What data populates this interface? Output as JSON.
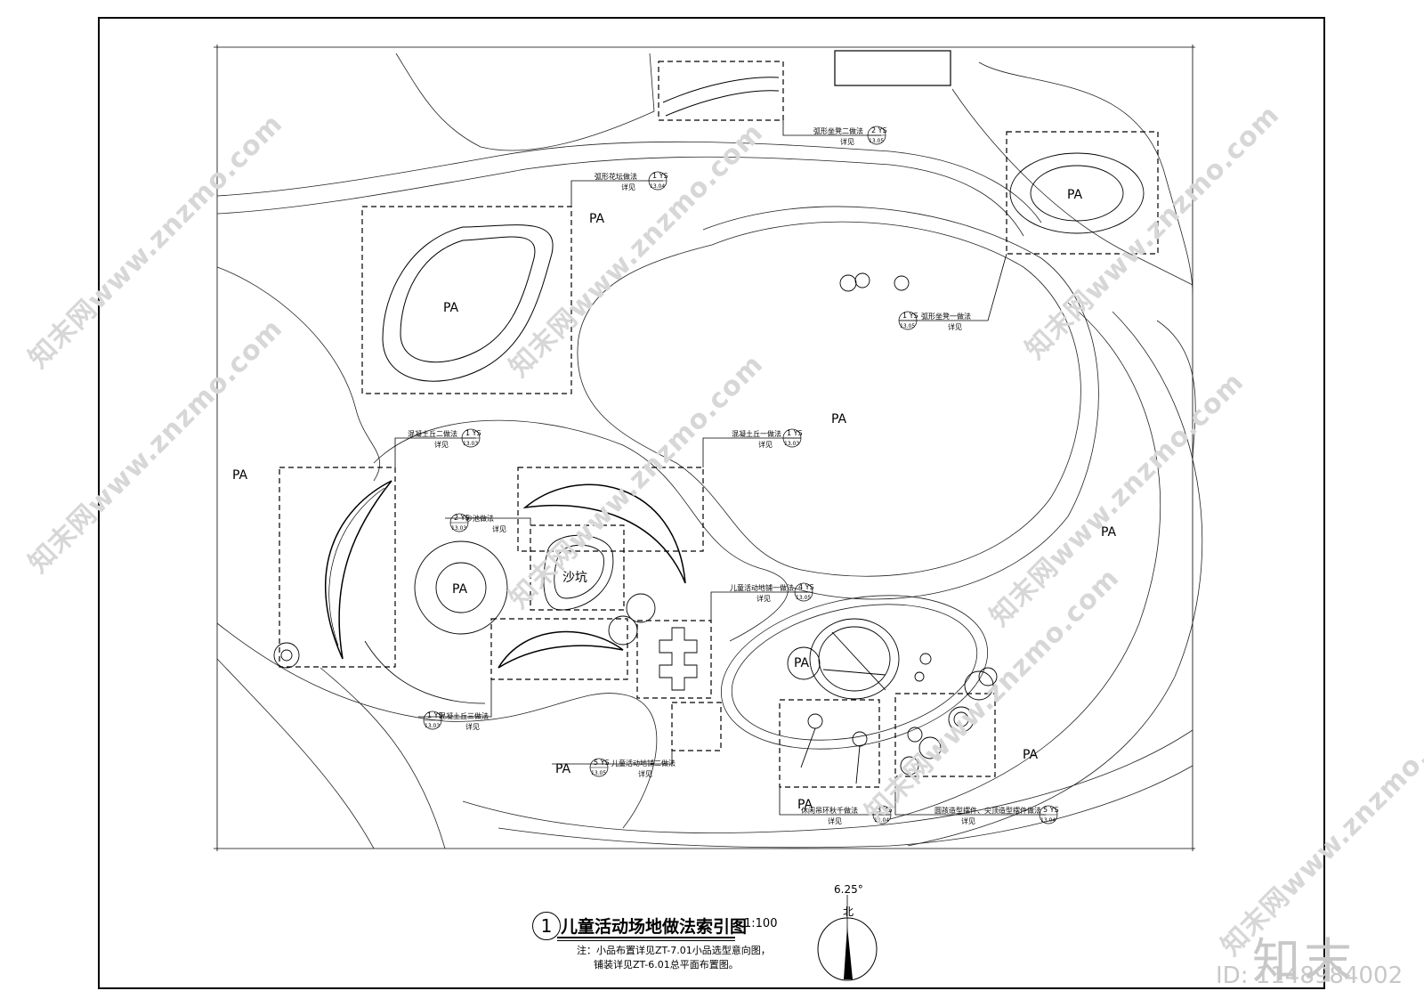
{
  "drawing": {
    "title_number": "1",
    "title": "儿童活动场地做法索引图",
    "scale": "1:100",
    "note_line1": "注：小品布置详见ZT-7.01小品选型意向图，",
    "note_line2": "铺装详见ZT-6.01总平面布置图。",
    "north_label": "北",
    "north_angle": "6.25°"
  },
  "area_labels": [
    "PA",
    "沙坑"
  ],
  "callouts": [
    {
      "text": "弧形坐凳二做法",
      "num": "2",
      "code": "YS",
      "sheet": "13.05",
      "ref": "详见"
    },
    {
      "text": "弧形花坛做法",
      "num": "1",
      "code": "YS",
      "sheet": "13.04",
      "ref": "详见"
    },
    {
      "text": "弧形坐凳一做法",
      "num": "1",
      "code": "YS",
      "sheet": "13.05",
      "ref": "详见"
    },
    {
      "text": "混凝土丘二做法",
      "num": "1",
      "code": "YS",
      "sheet": "13.03",
      "ref": "详见"
    },
    {
      "text": "混凝土丘一做法",
      "num": "1",
      "code": "YS",
      "sheet": "13.03",
      "ref": "详见"
    },
    {
      "text": "沙池做法",
      "num": "2",
      "code": "YS",
      "sheet": "13.03",
      "ref": "详见"
    },
    {
      "text": "儿童活动地铺一做法",
      "num": "4",
      "code": "YS",
      "sheet": "13.05",
      "ref": "详见"
    },
    {
      "text": "混凝土丘三做法",
      "num": "1",
      "code": "YS",
      "sheet": "13.03",
      "ref": "详见"
    },
    {
      "text": "儿童活动地铺二做法",
      "num": "5",
      "code": "YS",
      "sheet": "13.05",
      "ref": "详见"
    },
    {
      "text": "休闲吊环秋千做法",
      "num": "3",
      "code": "YS",
      "sheet": "13.04",
      "ref": "详见"
    },
    {
      "text": "圆孩造型摆件、尖顶造型摆件做法",
      "num": "5",
      "code": "YS",
      "sheet": "13.04",
      "ref": "详见"
    }
  ],
  "watermark": {
    "text": "知末网www.znzmo.com",
    "brand": "知末",
    "id": "ID: 1148984002"
  }
}
